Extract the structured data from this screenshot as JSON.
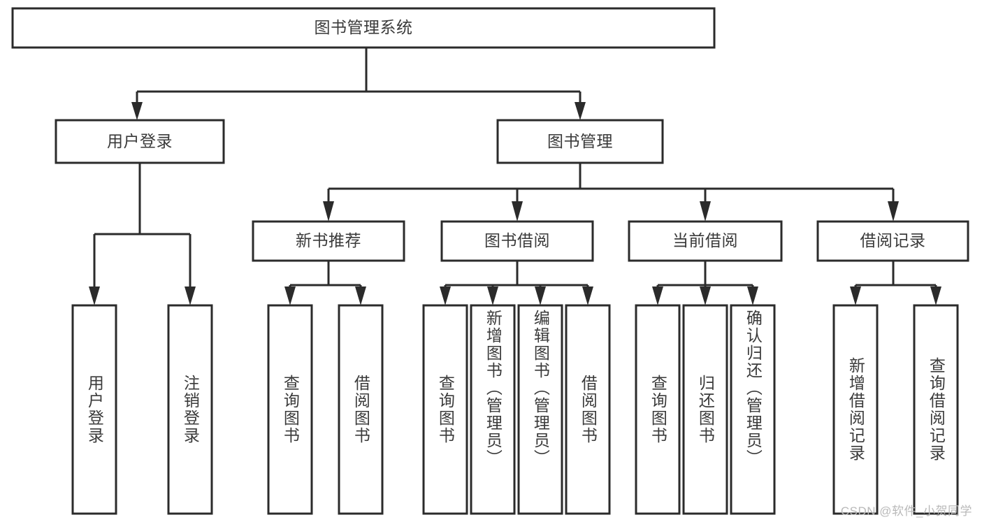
{
  "diagram": {
    "type": "tree",
    "title": "图书管理系统",
    "watermark": "CSDN @软件_小贺同学",
    "colors": {
      "stroke": "#2b2b2b",
      "fill": "#ffffff",
      "text": "#3a3a3a",
      "watermark": "#b9b9b9",
      "background": "#ffffff"
    },
    "nodes": {
      "root": {
        "label": "图书管理系统"
      },
      "level1": [
        {
          "id": "user-login",
          "label": "用户登录"
        },
        {
          "id": "book-manage",
          "label": "图书管理"
        }
      ],
      "level2": [
        {
          "id": "new-book-rec",
          "label": "新书推荐"
        },
        {
          "id": "book-borrow",
          "label": "图书借阅"
        },
        {
          "id": "current-borrow",
          "label": "当前借阅"
        },
        {
          "id": "borrow-record",
          "label": "借阅记录"
        }
      ],
      "leaves": {
        "user-login": [
          {
            "id": "leaf-user-login",
            "label": "用户登录"
          },
          {
            "id": "leaf-logout",
            "label": "注销登录"
          }
        ],
        "new-book-rec": [
          {
            "id": "leaf-query-book-1",
            "label": "查询图书"
          },
          {
            "id": "leaf-borrow-book-1",
            "label": "借阅图书"
          }
        ],
        "book-borrow": [
          {
            "id": "leaf-query-book-2",
            "label": "查询图书"
          },
          {
            "id": "leaf-add-book",
            "label": "新增图书（管理员）"
          },
          {
            "id": "leaf-edit-book",
            "label": "编辑图书（管理员）"
          },
          {
            "id": "leaf-borrow-book-2",
            "label": "借阅图书"
          }
        ],
        "current-borrow": [
          {
            "id": "leaf-query-book-3",
            "label": "查询图书"
          },
          {
            "id": "leaf-return-book",
            "label": "归还图书"
          },
          {
            "id": "leaf-confirm-return",
            "label": "确认归还（管理员）"
          }
        ],
        "borrow-record": [
          {
            "id": "leaf-add-record",
            "label": "新增借阅记录"
          },
          {
            "id": "leaf-query-record",
            "label": "查询借阅记录"
          }
        ]
      }
    }
  }
}
